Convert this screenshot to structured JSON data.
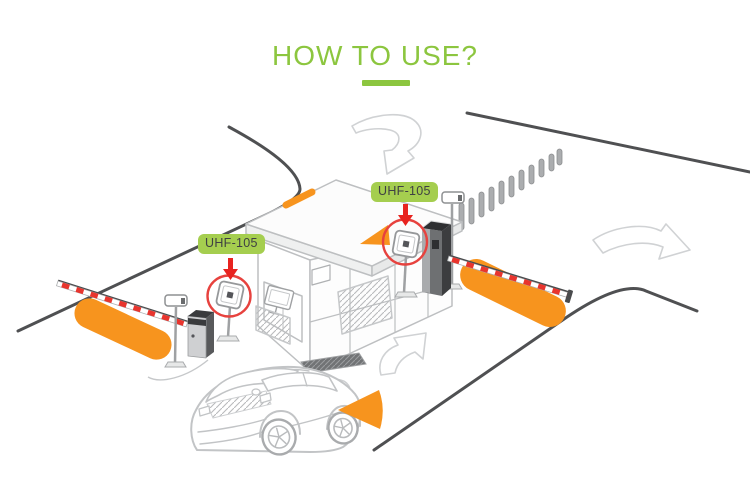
{
  "header": {
    "title": "HOW TO USE?"
  },
  "diagram": {
    "labels": {
      "left": "UHF-105",
      "right": "UHF-105"
    },
    "colors": {
      "accent_green": "#8CC63F",
      "label_green": "#A5CE4F",
      "alert_red": "#E8231F",
      "highlight_orange": "#F7941E",
      "road_dark": "#4F5052",
      "sketch_gray": "#C2C4C6"
    },
    "components": [
      "guard-booth",
      "rfid-reader",
      "entrance-barrier",
      "exit-barrier",
      "security-camera",
      "ticket-kiosk",
      "ground-induction-loop",
      "speed-bump",
      "bollard-fence",
      "car",
      "traffic-direction-arrows"
    ]
  }
}
